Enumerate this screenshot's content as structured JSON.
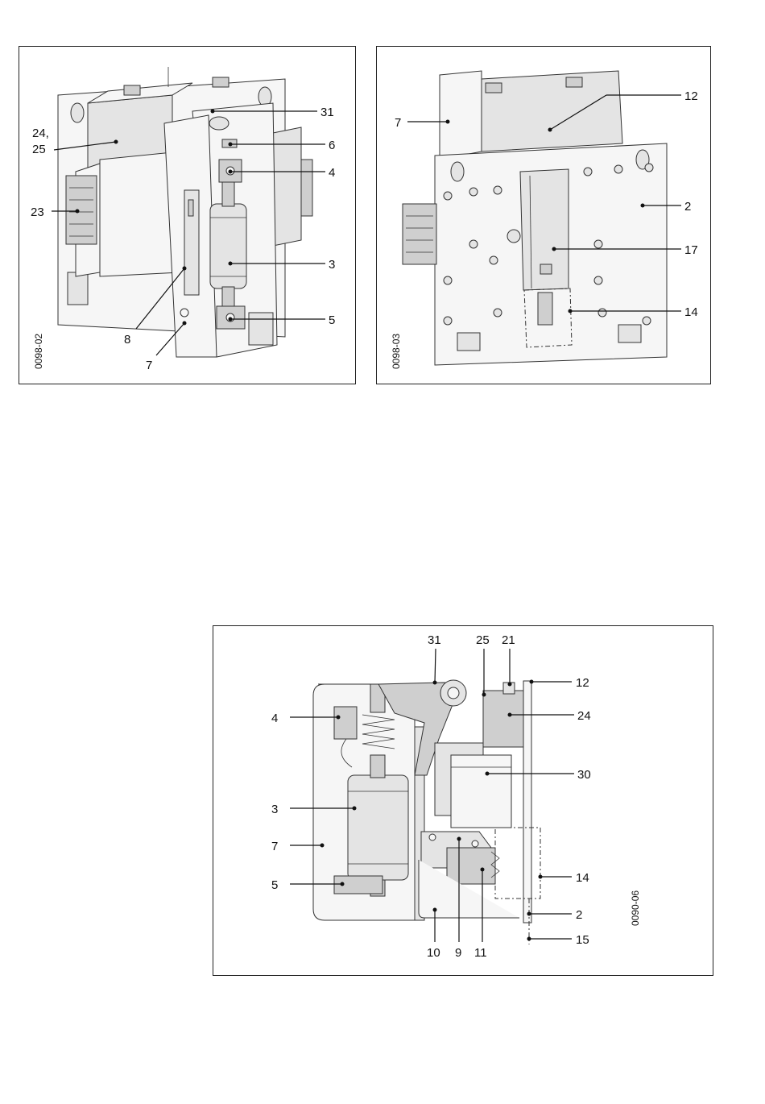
{
  "figures": [
    {
      "code": "0098-02",
      "labels": [
        "24,",
        "25",
        "23",
        "31",
        "6",
        "4",
        "3",
        "5",
        "8",
        "7"
      ]
    },
    {
      "code": "0098-03",
      "labels": [
        "7",
        "12",
        "2",
        "17",
        "14"
      ]
    },
    {
      "code": "0090-06",
      "labels": [
        "31",
        "25",
        "21",
        "12",
        "4",
        "24",
        "30",
        "3",
        "7",
        "14",
        "5",
        "2",
        "15",
        "10",
        "9",
        "11"
      ]
    }
  ]
}
